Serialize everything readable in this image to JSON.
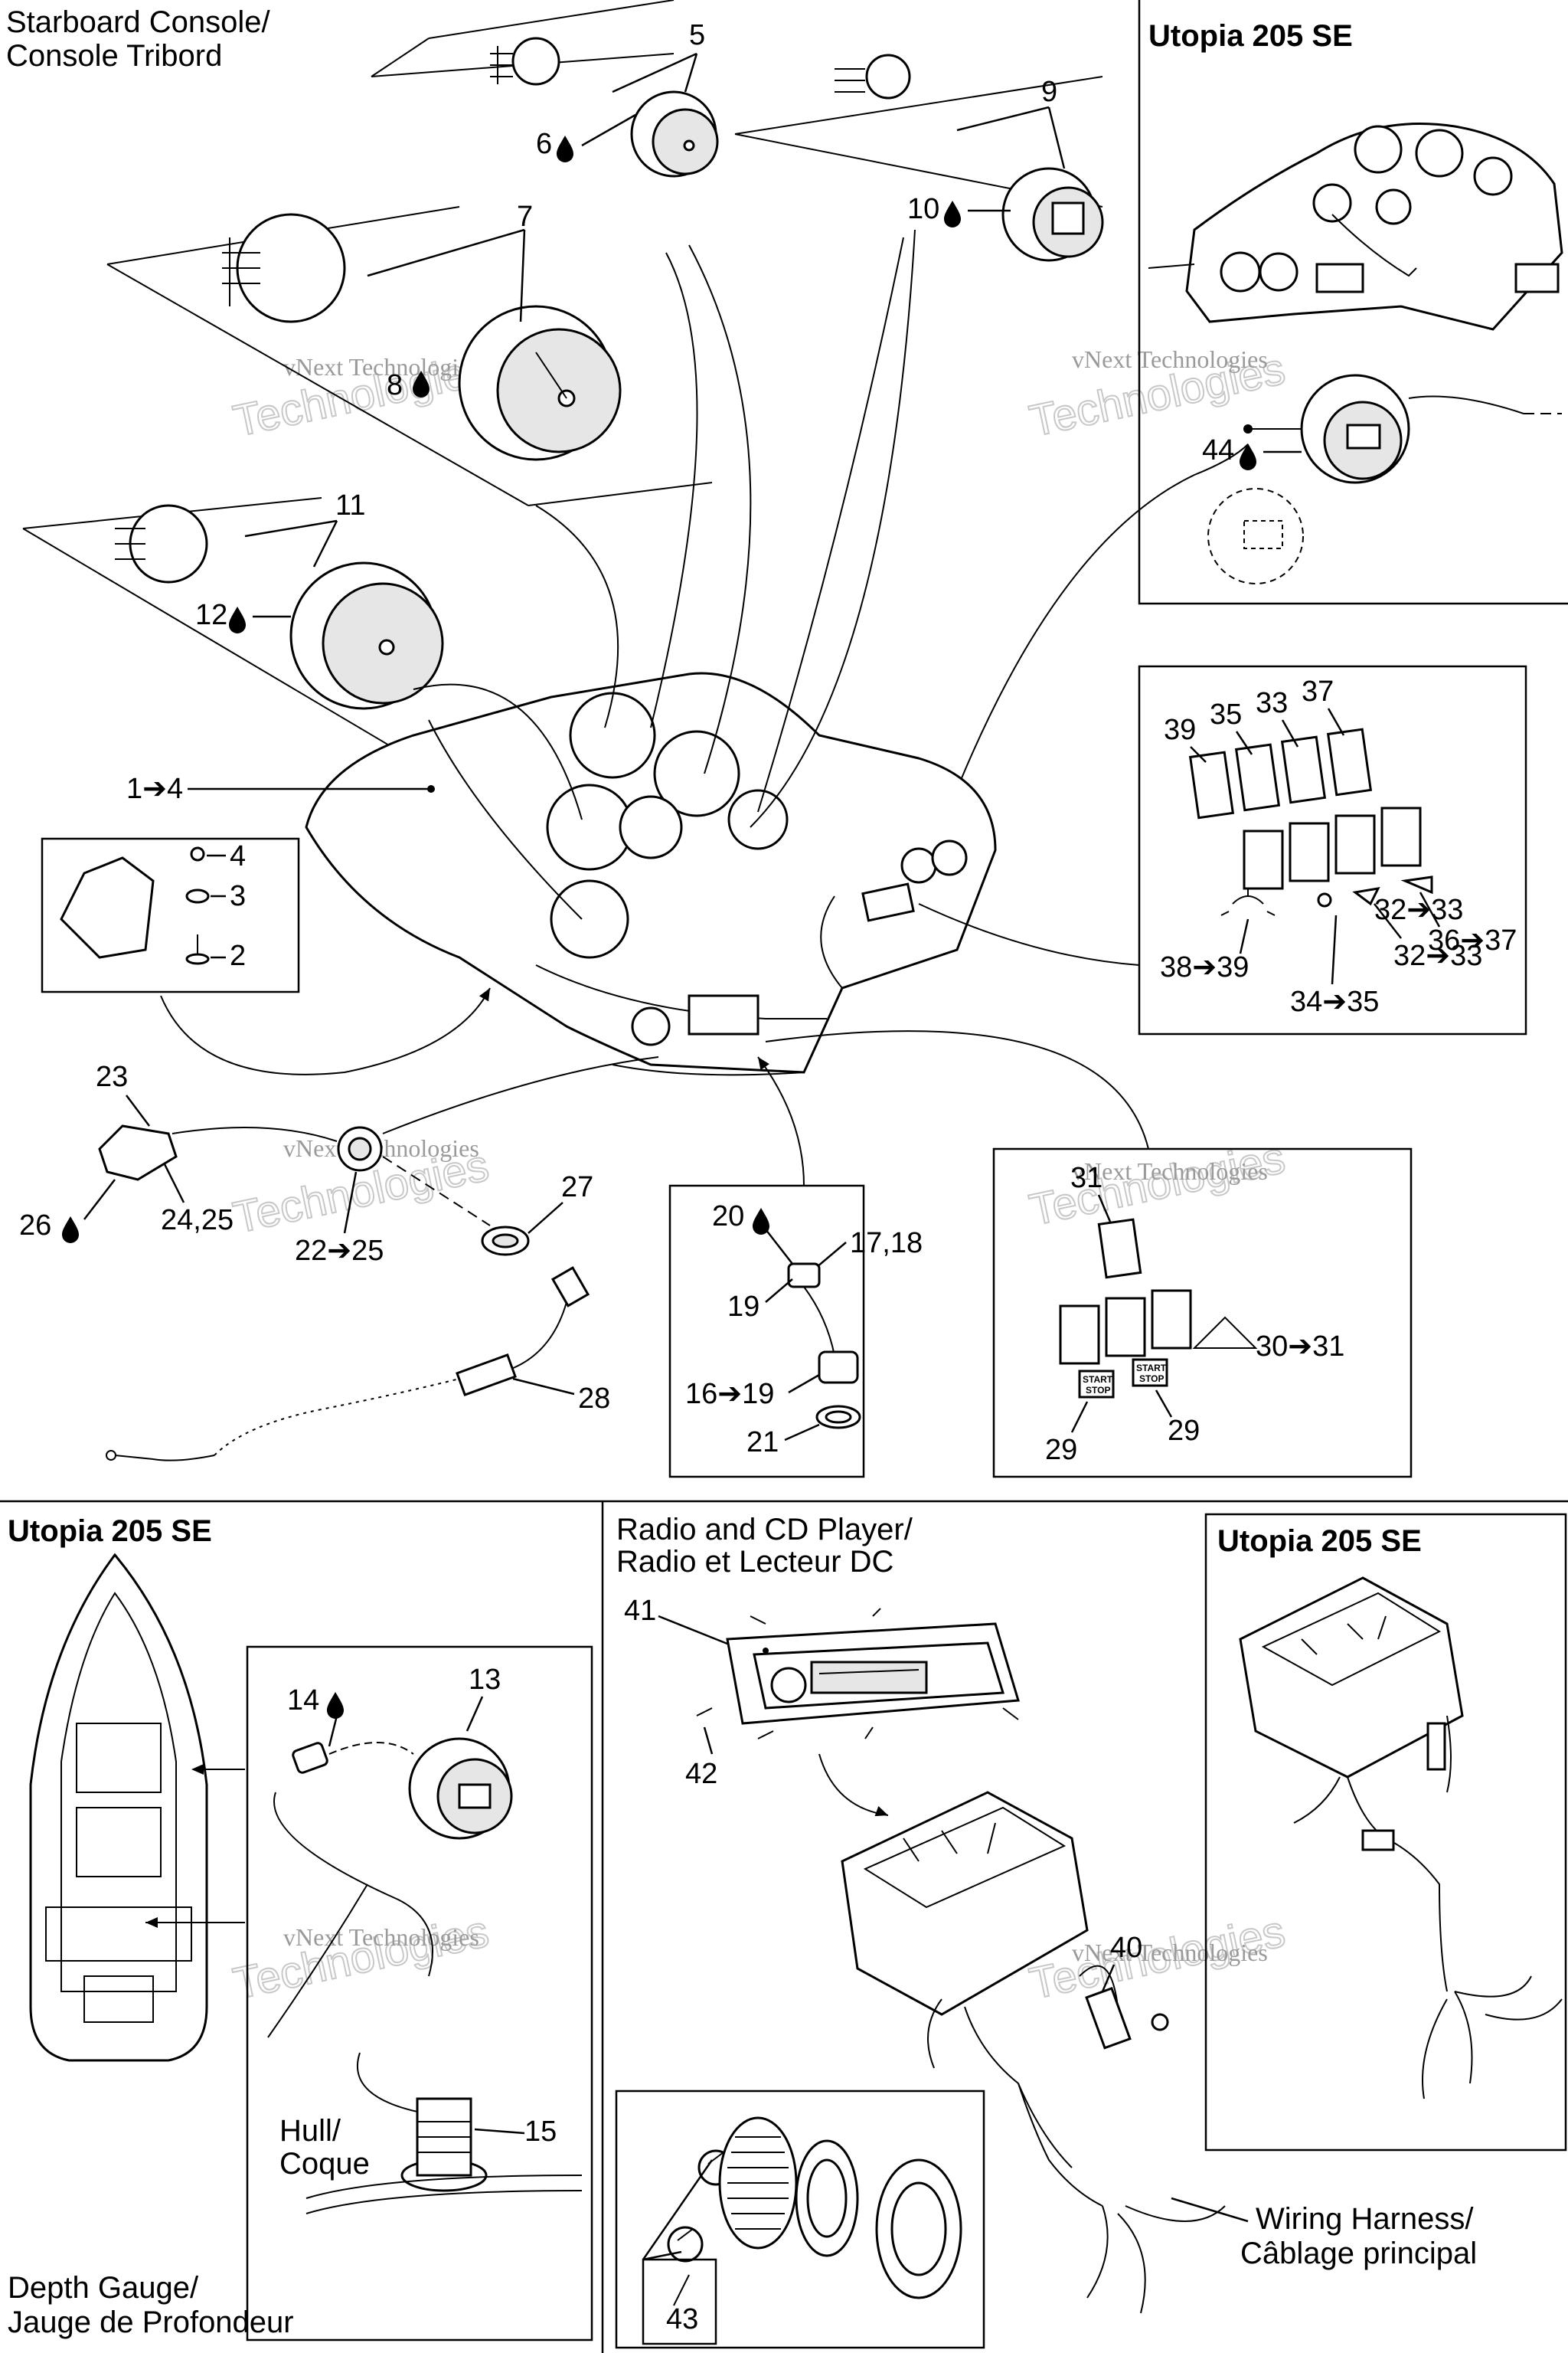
{
  "titles": {
    "starboard_console_en": "Starboard Console/",
    "starboard_console_fr": "Console Tribord",
    "utopia_top": "Utopia 205 SE",
    "utopia_bottom_left": "Utopia 205 SE",
    "utopia_bottom_right": "Utopia 205 SE",
    "radio_cd_en": "Radio and CD Player/",
    "radio_cd_fr": "Radio et Lecteur DC",
    "depth_gauge_en": "Depth Gauge/",
    "depth_gauge_fr": "Jauge de Profondeur",
    "hull_en": "Hull/",
    "hull_fr": "Coque",
    "wiring_en": "Wiring Harness/",
    "wiring_fr": "Câblage principal"
  },
  "callouts": {
    "c5": "5",
    "c6": "6",
    "c7": "7",
    "c8": "8",
    "c9": "9",
    "c10": "10",
    "c11": "11",
    "c12": "12",
    "c1_4": "1➔4",
    "c4": "4",
    "c3": "3",
    "c2": "2",
    "c23": "23",
    "c26": "26",
    "c24_25": "24,25",
    "c22_25": "22➔25",
    "c27": "27",
    "c28": "28",
    "c20": "20",
    "c17_18": "17,18",
    "c19": "19",
    "c16_19": "16➔19",
    "c21": "21",
    "c31": "31",
    "c30_31": "30➔31",
    "c29a": "29",
    "c29b": "29",
    "c44": "44",
    "c39": "39",
    "c35": "35",
    "c33": "33",
    "c37": "37",
    "c36_37": "36➔37",
    "c38_39": "38➔39",
    "c32_33": "32➔33",
    "c34_35": "34➔35",
    "c14": "14",
    "c13": "13",
    "c15": "15",
    "c41": "41",
    "c42": "42",
    "c40": "40",
    "c43": "43"
  },
  "switch_labels": {
    "start_stop_1": "START",
    "start_stop_1b": "STOP",
    "start_stop_2": "START",
    "start_stop_2b": "STOP"
  },
  "watermark": {
    "line1": "vNext Technologies",
    "line2": "Technologies"
  }
}
